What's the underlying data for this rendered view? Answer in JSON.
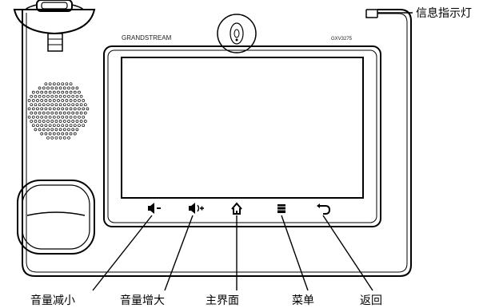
{
  "device": {
    "brand": "GRANDSTREAM",
    "model": "GXV3275"
  },
  "labels": {
    "message_indicator": "信息指示灯",
    "volume_down": "音量减小",
    "volume_up": "音量增大",
    "home": "主界面",
    "menu": "菜单",
    "back": "返回"
  },
  "buttons": [
    {
      "key": "volume_down",
      "icon": "speaker-minus-icon"
    },
    {
      "key": "volume_up",
      "icon": "speaker-plus-icon"
    },
    {
      "key": "home",
      "icon": "home-icon"
    },
    {
      "key": "menu",
      "icon": "menu-icon"
    },
    {
      "key": "back",
      "icon": "back-arrow-icon"
    }
  ]
}
